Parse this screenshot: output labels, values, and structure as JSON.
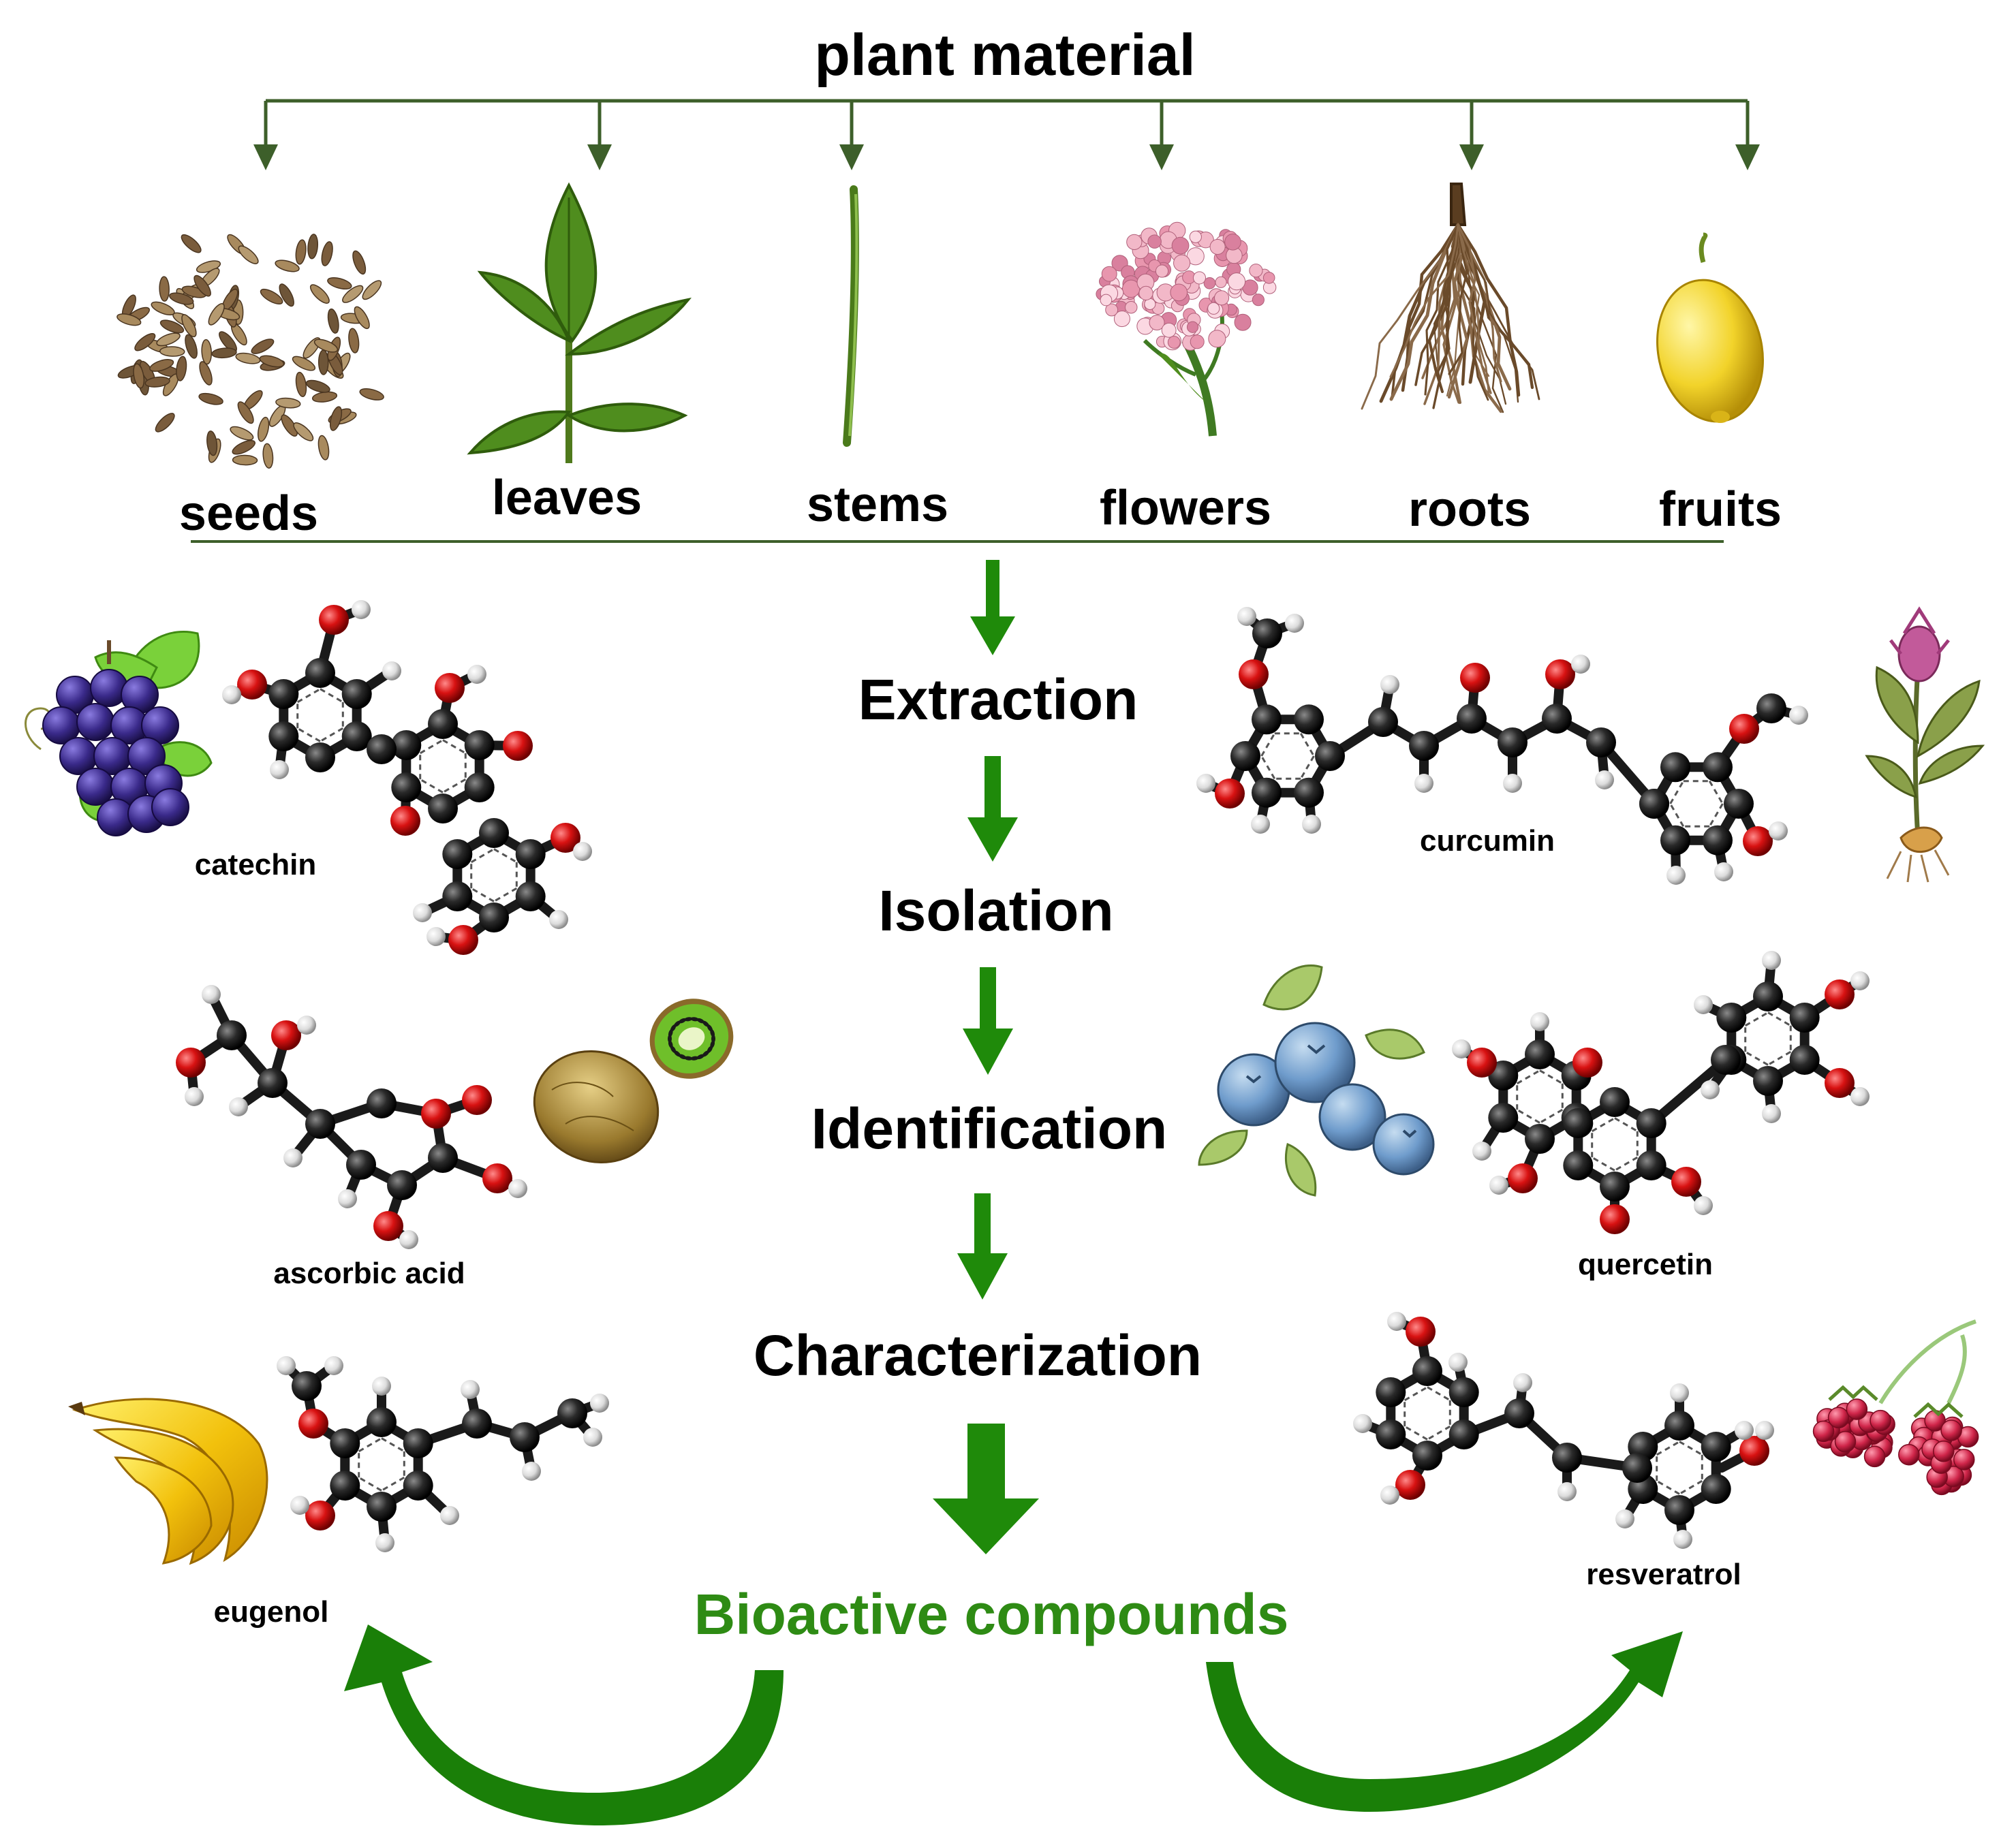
{
  "title": "plant material",
  "plant_parts": [
    "seeds",
    "leaves",
    "stems",
    "flowers",
    "roots",
    "fruits"
  ],
  "steps": [
    "Extraction",
    "Isolation",
    "Identification",
    "Characterization"
  ],
  "result": "Bioactive compounds",
  "compounds": {
    "catechin": "catechin",
    "curcumin": "curcumin",
    "ascorbic_acid": "ascorbic acid",
    "quercetin": "quercetin",
    "eugenol": "eugenol",
    "resveratrol": "resveratrol"
  },
  "colors": {
    "arrow_green": "#1f8a0a",
    "tree_line": "#3d5f2a",
    "result_text": "#2e8b14",
    "oxygen": "#d81212",
    "carbon": "#222222",
    "hydrogen": "#e6e6e6"
  },
  "icons": {
    "seeds": "seed-pile-icon",
    "leaves": "leaf-icon",
    "stems": "stem-icon",
    "flowers": "flower-cluster-icon",
    "roots": "root-icon",
    "fruits": "lemon-icon",
    "catechin_source": "grapes-icon",
    "curcumin_source": "turmeric-plant-icon",
    "ascorbic_source": "kiwi-icon",
    "quercetin_source": "blueberry-icon",
    "eugenol_source": "banana-icon",
    "resveratrol_source": "raspberry-icon"
  }
}
